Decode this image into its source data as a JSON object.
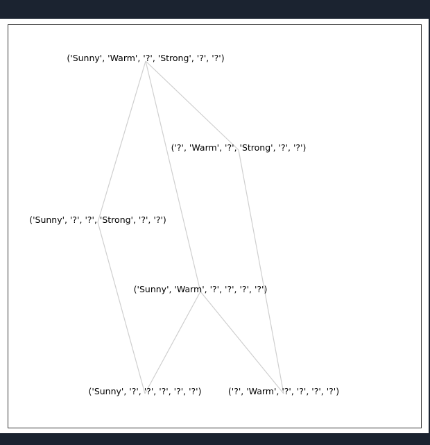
{
  "graph": {
    "nodes": [
      {
        "id": "n1",
        "label": "('Sunny', 'Warm', '?', 'Strong', '?', '?')"
      },
      {
        "id": "n2",
        "label": "('?', 'Warm', '?', 'Strong', '?', '?')"
      },
      {
        "id": "n3",
        "label": "('Sunny', '?', '?', 'Strong', '?', '?')"
      },
      {
        "id": "n4",
        "label": "('Sunny', 'Warm', '?', '?', '?', '?')"
      },
      {
        "id": "n5",
        "label": "('Sunny', '?', '?', '?', '?', '?')"
      },
      {
        "id": "n6",
        "label": "('?', 'Warm', '?', '?', '?', '?')"
      }
    ],
    "edges": [
      {
        "from": "n1",
        "to": "n2"
      },
      {
        "from": "n1",
        "to": "n3"
      },
      {
        "from": "n1",
        "to": "n4"
      },
      {
        "from": "n2",
        "to": "n6"
      },
      {
        "from": "n3",
        "to": "n5"
      },
      {
        "from": "n4",
        "to": "n5"
      },
      {
        "from": "n4",
        "to": "n6"
      }
    ]
  }
}
